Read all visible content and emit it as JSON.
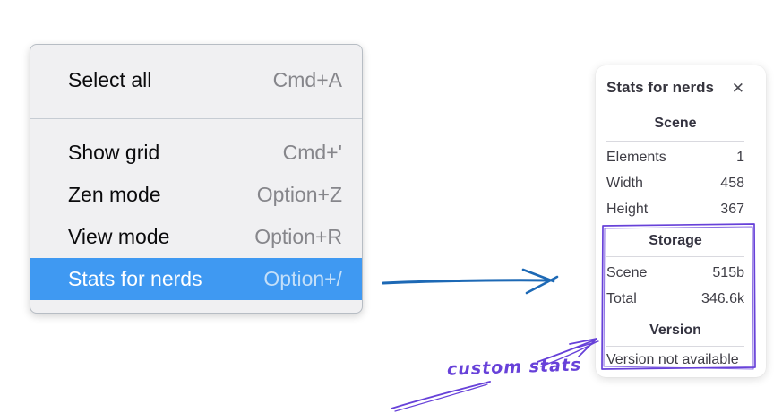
{
  "menu": {
    "groups": [
      {
        "items": [
          {
            "label": "Select all",
            "shortcut": "Cmd+A",
            "highlighted": false
          }
        ]
      },
      {
        "items": [
          {
            "label": "Show grid",
            "shortcut": "Cmd+'",
            "highlighted": false
          },
          {
            "label": "Zen mode",
            "shortcut": "Option+Z",
            "highlighted": false
          },
          {
            "label": "View mode",
            "shortcut": "Option+R",
            "highlighted": false
          },
          {
            "label": "Stats for nerds",
            "shortcut": "Option+/",
            "highlighted": true
          }
        ]
      }
    ]
  },
  "stats_panel": {
    "title": "Stats for nerds",
    "sections": [
      {
        "heading": "Scene",
        "rows": [
          {
            "label": "Elements",
            "value": "1"
          },
          {
            "label": "Width",
            "value": "458"
          },
          {
            "label": "Height",
            "value": "367"
          }
        ]
      },
      {
        "heading": "Storage",
        "rows": [
          {
            "label": "Scene",
            "value": "515b"
          },
          {
            "label": "Total",
            "value": "346.6k"
          }
        ]
      },
      {
        "heading": "Version",
        "note": "Version not available"
      }
    ]
  },
  "annotation": {
    "label": "custom stats"
  },
  "icons": {
    "close": "✕"
  },
  "colors": {
    "highlight-blue": "#3f99f2",
    "arrow-blue": "#1d69b5",
    "annotation-purple": "#6741d9"
  }
}
